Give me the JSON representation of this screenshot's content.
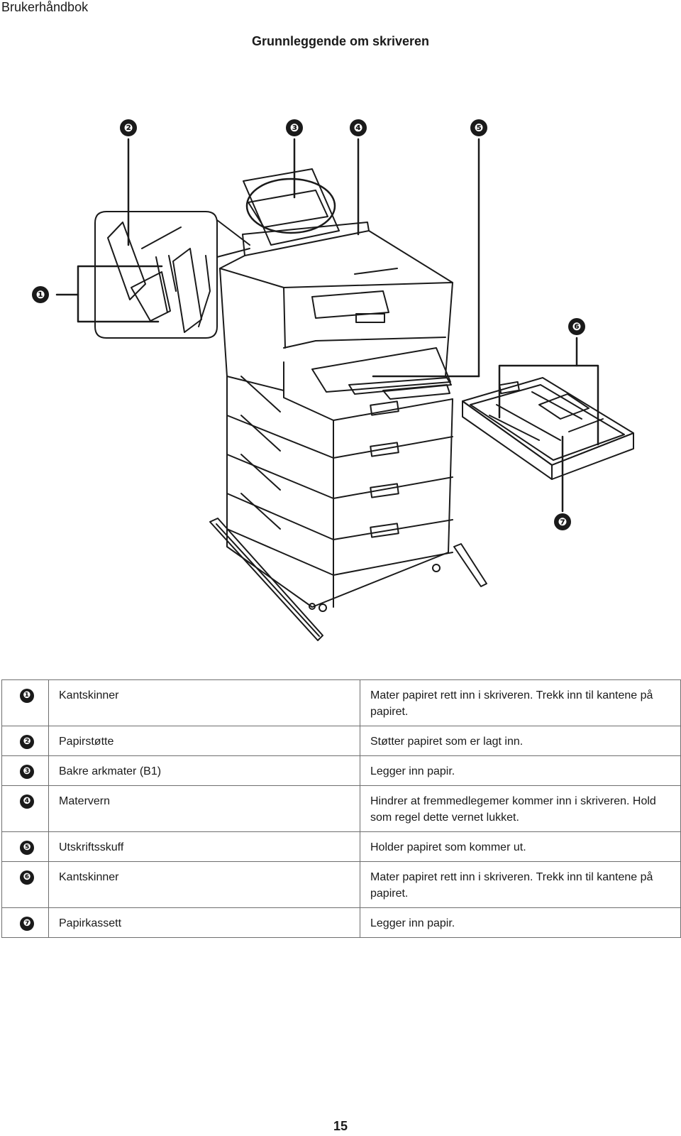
{
  "header": {
    "title": "Brukerhåndbok"
  },
  "section": {
    "title": "Grunnleggende om skriveren"
  },
  "figure": {
    "callouts": [
      "❶",
      "❷",
      "❸",
      "❹",
      "❺",
      "❻",
      "❼"
    ]
  },
  "parts_table": {
    "rows": [
      {
        "number": "❶",
        "name": "Kantskinner",
        "description": "Mater papiret rett inn i skriveren. Trekk inn til kantene på papiret."
      },
      {
        "number": "❷",
        "name": "Papirstøtte",
        "description": "Støtter papiret som er lagt inn."
      },
      {
        "number": "❸",
        "name": "Bakre arkmater (B1)",
        "description": "Legger inn papir."
      },
      {
        "number": "❹",
        "name": "Matervern",
        "description": "Hindrer at fremmedlegemer kommer inn i skriveren. Hold som regel dette vernet lukket."
      },
      {
        "number": "❺",
        "name": "Utskriftsskuff",
        "description": "Holder papiret som kommer ut."
      },
      {
        "number": "❻",
        "name": "Kantskinner",
        "description": "Mater papiret rett inn i skriveren. Trekk inn til kantene på papiret."
      },
      {
        "number": "❼",
        "name": "Papirkassett",
        "description": "Legger inn papir."
      }
    ]
  },
  "footer": {
    "page_number": "15"
  }
}
